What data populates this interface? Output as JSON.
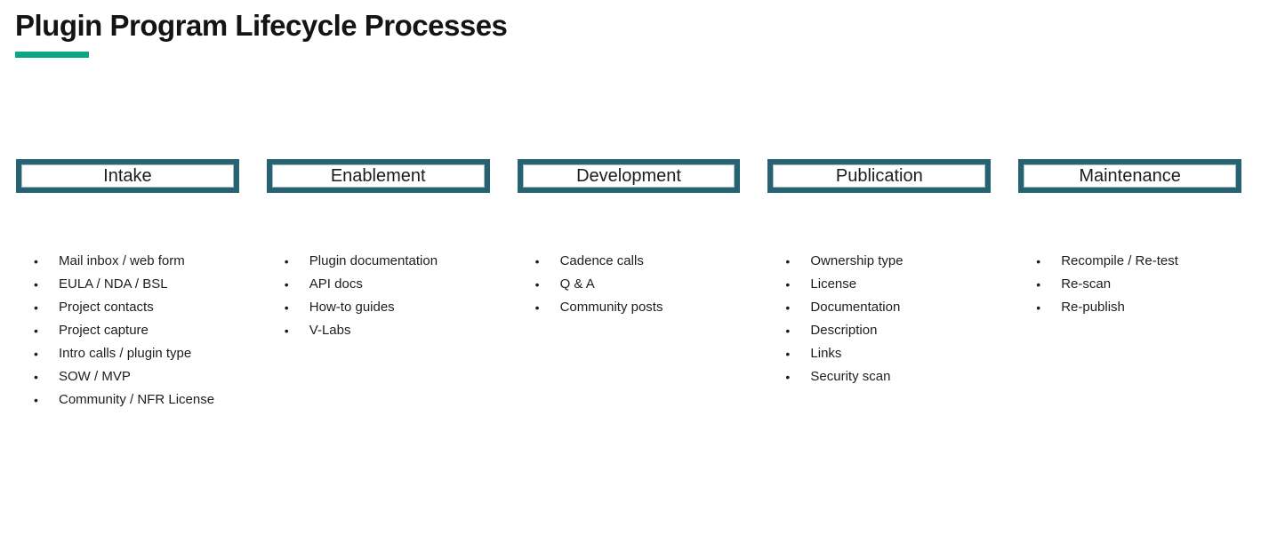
{
  "title": {
    "text": "Plugin Program Lifecycle Processes",
    "accent_color": "#0ba783"
  },
  "theme": {
    "box_border_color": "#266271",
    "background_color": "#ffffff",
    "text_color": "#1d1d1d",
    "bullet_glyph": "•"
  },
  "columns": [
    {
      "title": "Intake",
      "items": [
        "Mail inbox / web form",
        "EULA / NDA / BSL",
        "Project contacts",
        "Project capture",
        "Intro calls / plugin type",
        "SOW / MVP",
        "Community / NFR License"
      ]
    },
    {
      "title": "Enablement",
      "items": [
        "Plugin documentation",
        "API docs",
        "How-to guides",
        "V-Labs"
      ]
    },
    {
      "title": "Development",
      "items": [
        "Cadence calls",
        "Q & A",
        "Community posts"
      ]
    },
    {
      "title": "Publication",
      "items": [
        "Ownership type",
        "License",
        "Documentation",
        "Description",
        "Links",
        "Security scan"
      ]
    },
    {
      "title": "Maintenance",
      "items": [
        "Recompile / Re-test",
        "Re-scan",
        "Re-publish"
      ]
    }
  ]
}
